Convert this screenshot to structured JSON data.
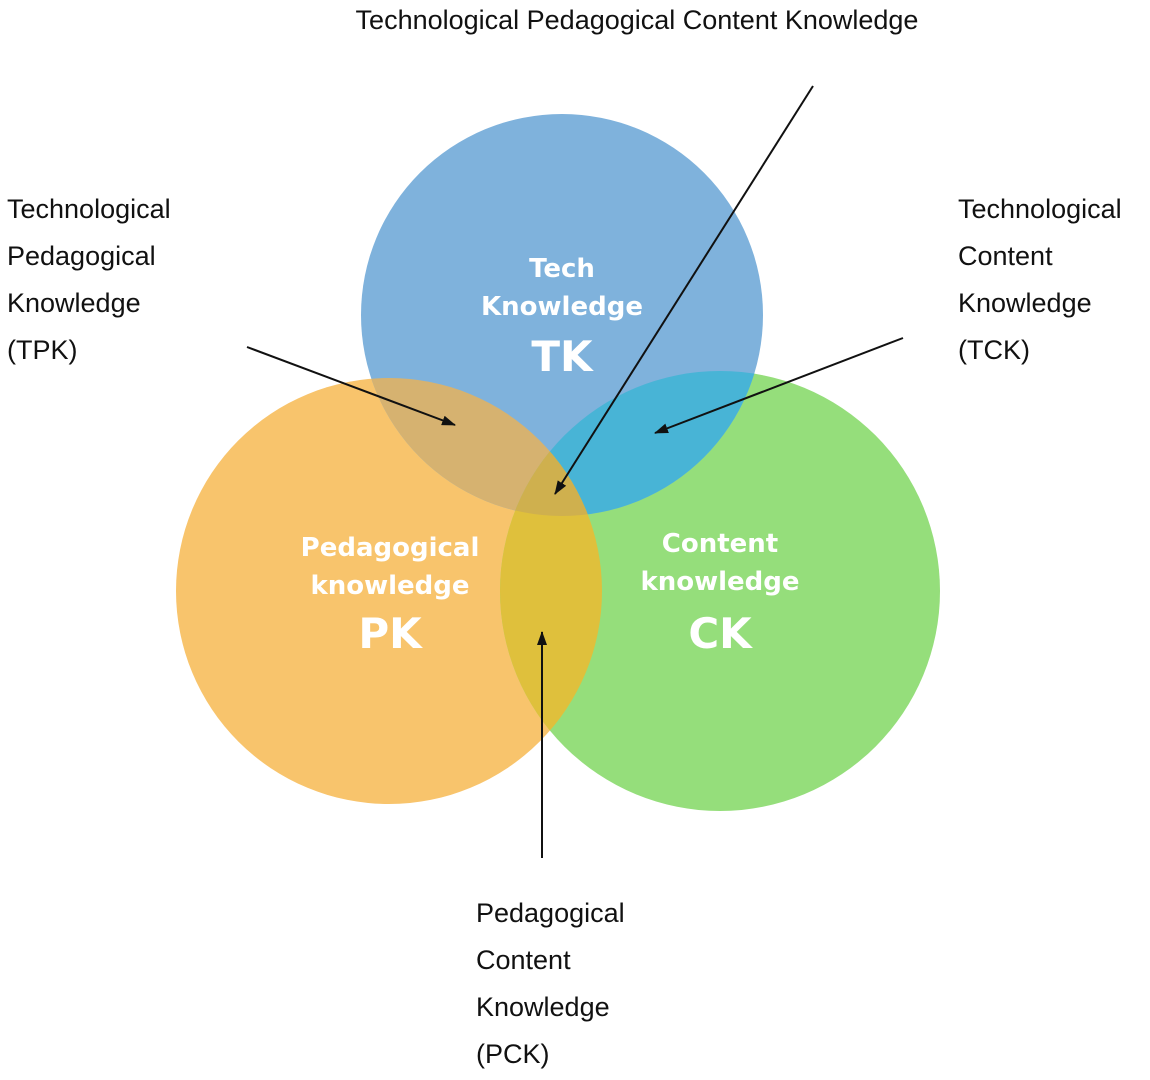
{
  "title": "Technological Pedagogical Content Knowledge",
  "colors": {
    "tk": "#7fb2dc",
    "pk": "#f8c46c",
    "ck": "#95de7b",
    "tpk_overlap": "#d6b270",
    "tck_overlap": "#48b4d6",
    "pck_overlap": "#dfc03c",
    "center_overlap": "#cfb04e",
    "arrow": "#111111"
  },
  "circles": {
    "tk": {
      "name_lines": [
        "Tech",
        "Knowledge"
      ],
      "abbr": "TK"
    },
    "pk": {
      "name_lines": [
        "Pedagogical",
        "knowledge"
      ],
      "abbr": "PK"
    },
    "ck": {
      "name_lines": [
        "Content",
        "knowledge"
      ],
      "abbr": "CK"
    }
  },
  "labels": {
    "tpk": [
      "Technological",
      "Pedagogical",
      "Knowledge",
      "(TPK)"
    ],
    "tck": [
      "Technological",
      "Content",
      "Knowledge",
      "(TCK)"
    ],
    "pck": [
      "Pedagogical",
      "Content",
      "Knowledge",
      "(PCK)"
    ]
  }
}
